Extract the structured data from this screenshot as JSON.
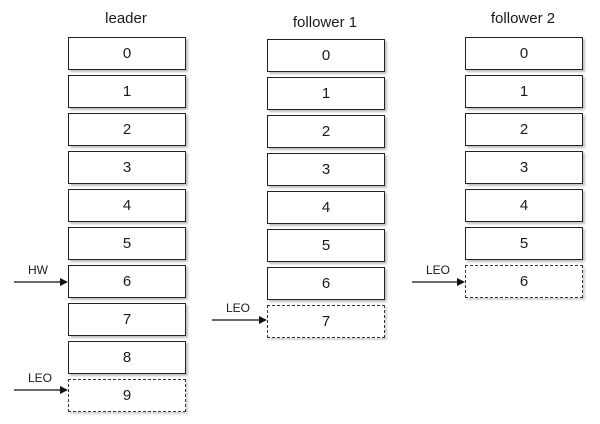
{
  "columns": [
    {
      "title": "leader",
      "cells": [
        "0",
        "1",
        "2",
        "3",
        "4",
        "5",
        "6",
        "7",
        "8",
        "9"
      ],
      "pending_from": 9,
      "markers": [
        {
          "label": "HW",
          "cell": 6
        },
        {
          "label": "LEO",
          "cell": 9
        }
      ]
    },
    {
      "title": "follower 1",
      "cells": [
        "0",
        "1",
        "2",
        "3",
        "4",
        "5",
        "6",
        "7"
      ],
      "pending_from": 7,
      "markers": [
        {
          "label": "LEO",
          "cell": 7
        }
      ]
    },
    {
      "title": "follower 2",
      "cells": [
        "0",
        "1",
        "2",
        "3",
        "4",
        "5",
        "6"
      ],
      "pending_from": 6,
      "markers": [
        {
          "label": "LEO",
          "cell": 6
        }
      ]
    }
  ]
}
